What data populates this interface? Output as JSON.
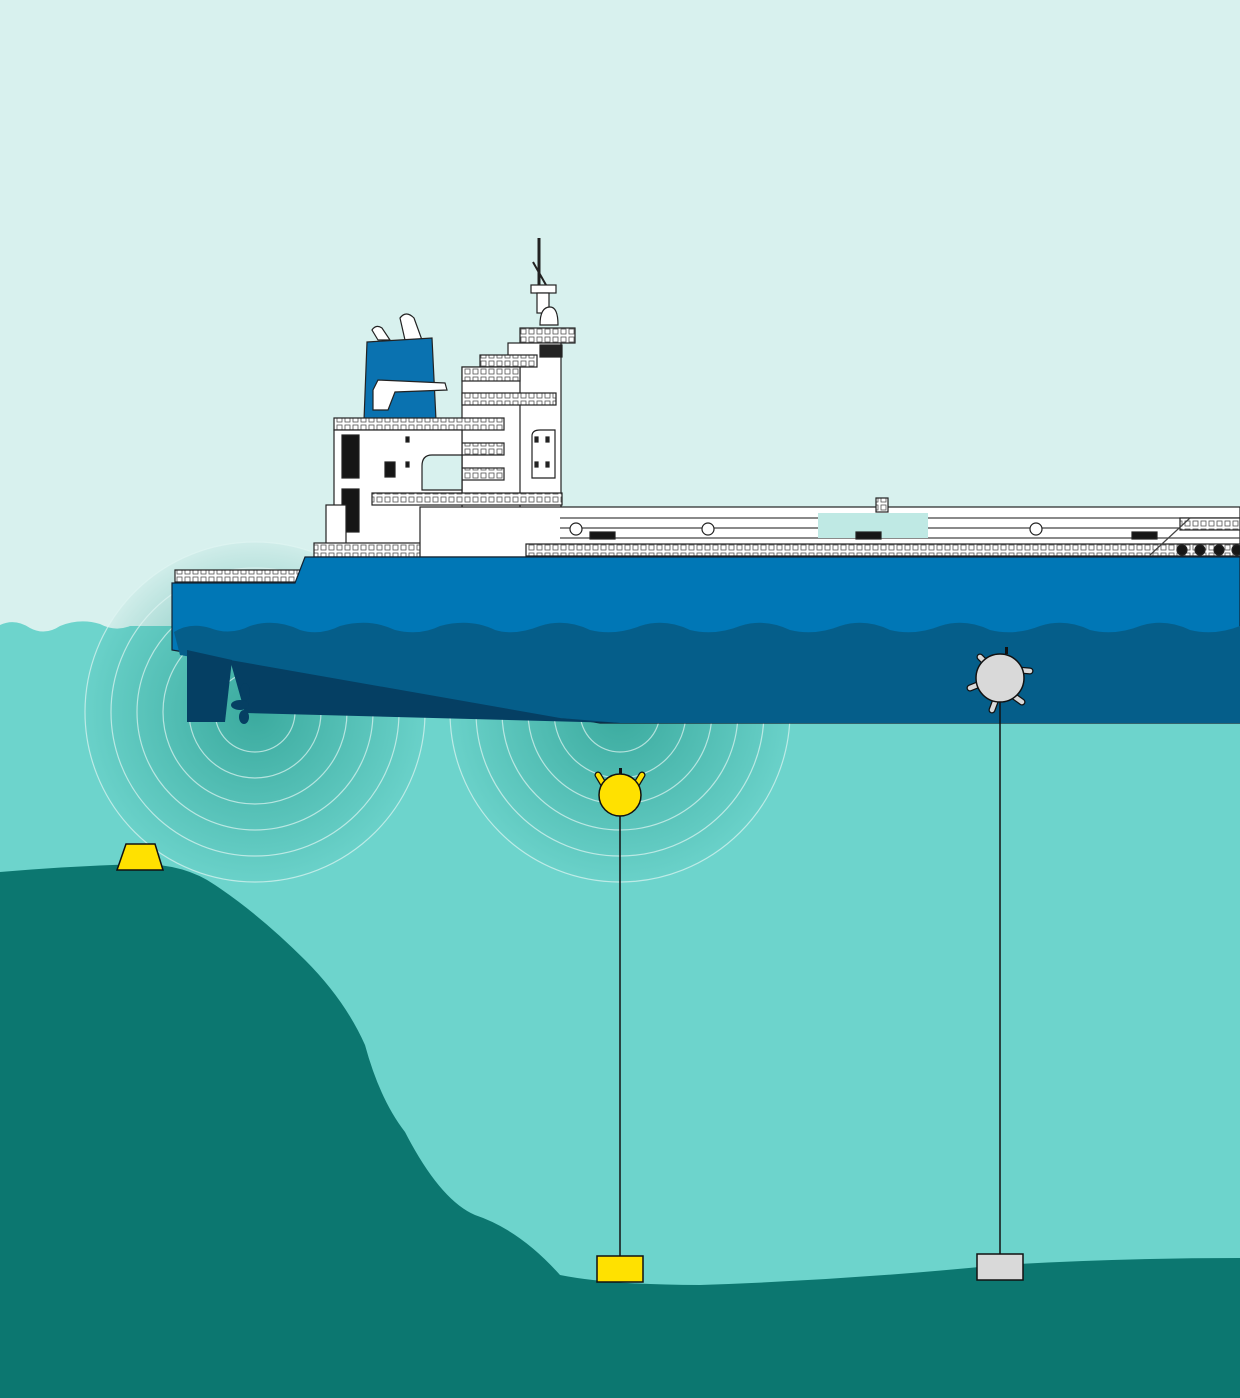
{
  "colors": {
    "sky": "#d8f1ee",
    "water": "#6dd4cc",
    "seabed": "#0c7770",
    "hull": "#0077b6",
    "hull_lower": "#055e8a",
    "hull_bottom": "#053f63",
    "funnel": "#0a72b0",
    "superstructure": "#ffffff",
    "outline": "#1a1a1a",
    "mine_yellow": "#ffe100",
    "mine_gray": "#d9d9d9",
    "lifeboat": "#f2c200",
    "sonar": "#2a9c8f"
  },
  "scene": {
    "objects": [
      "ship",
      "acoustic-signature-stern",
      "acoustic-signature-midship",
      "moored-mine-yellow",
      "moored-mine-gray",
      "bottom-mine"
    ]
  }
}
